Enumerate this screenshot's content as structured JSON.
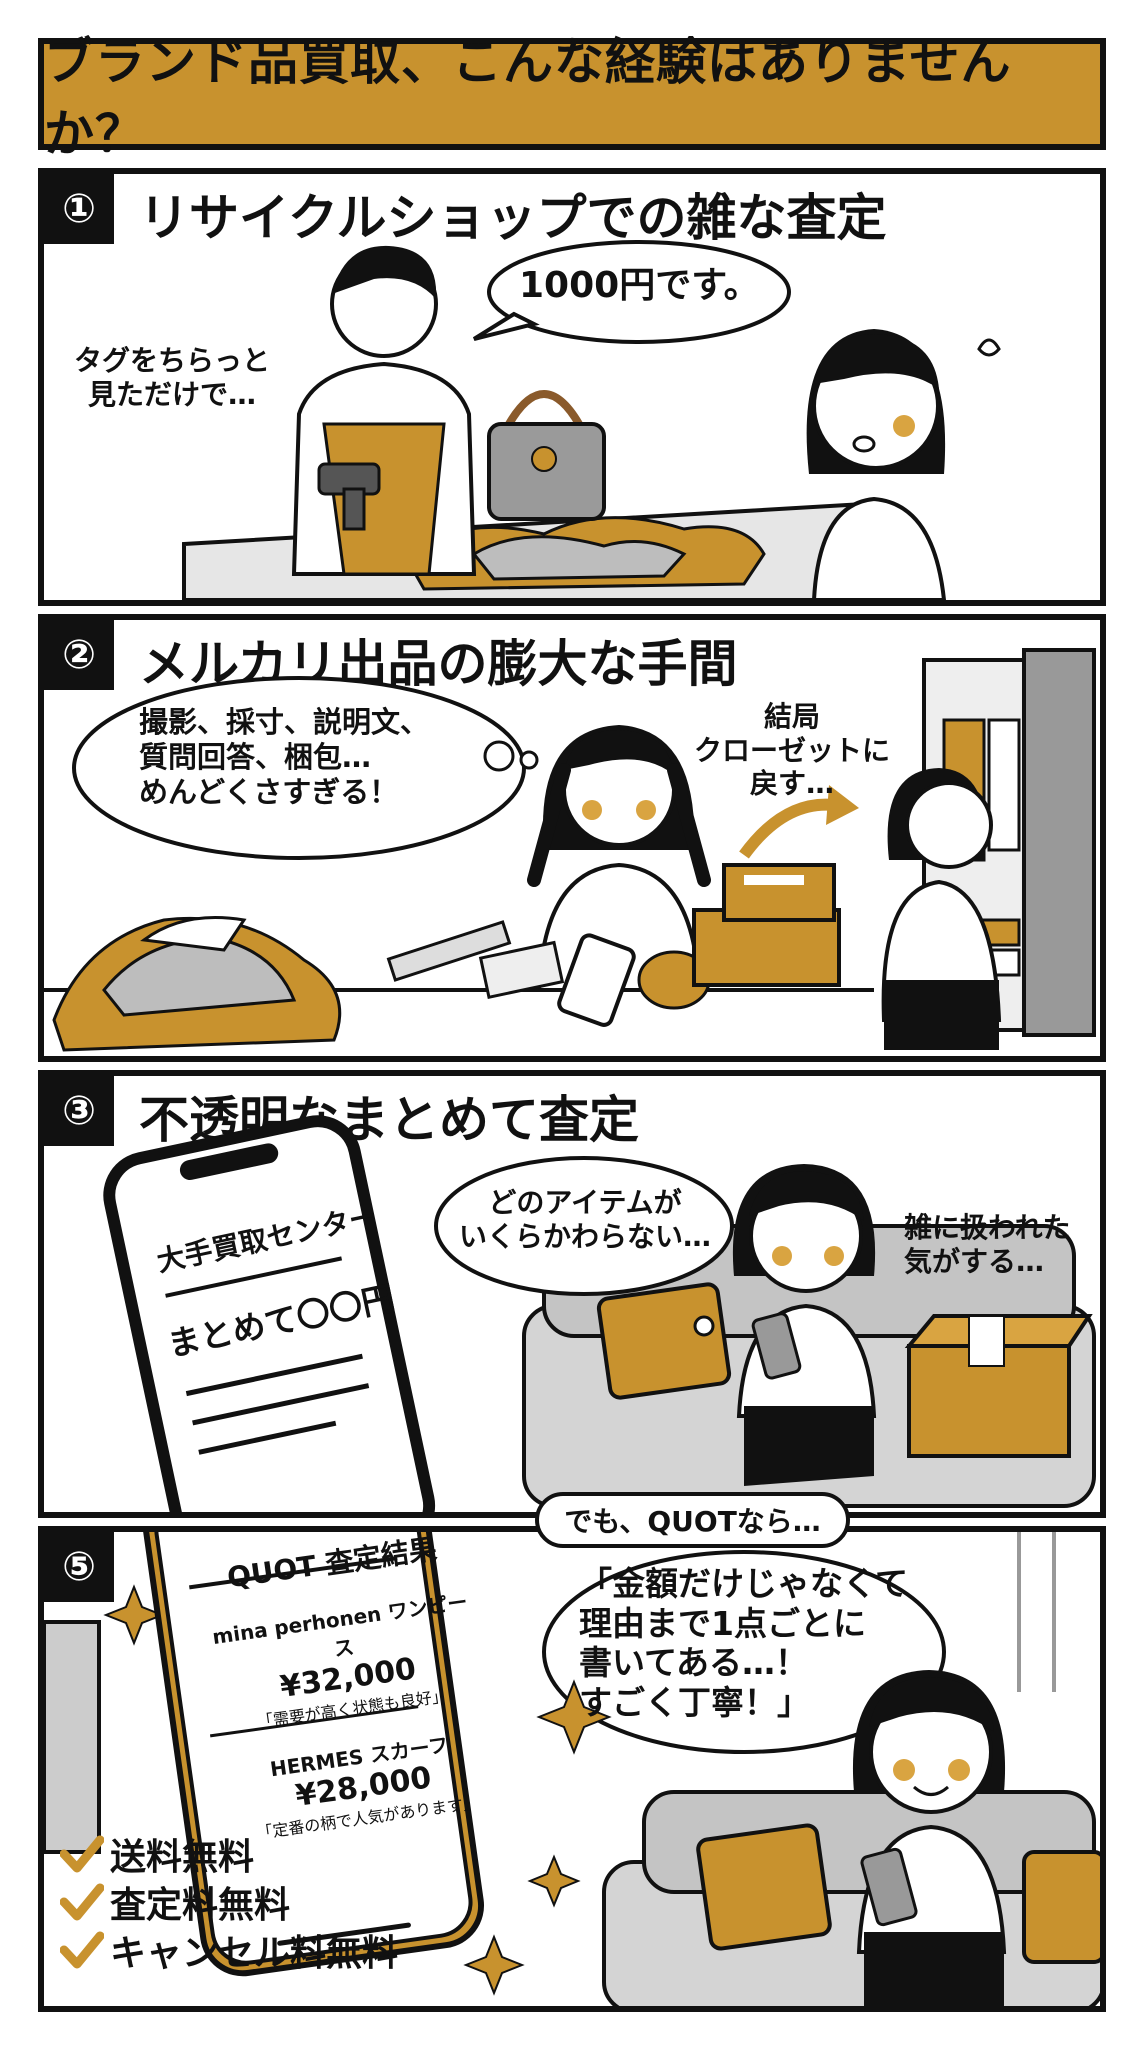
{
  "title": "ブランド品買取、こんな経験はありませんか？",
  "panels": [
    {
      "badge": "①",
      "title": "リサイクルショップでの雑な査定",
      "speech": "1000円です。",
      "narration": "タグをちらっと\n見ただけで…"
    },
    {
      "badge": "②",
      "title": "メルカリ出品の膨大な手間",
      "thought": "撮影、採寸、説明文、\n質問回答、梱包…\nめんどくさすぎる！",
      "narration": "結局\nクローゼットに\n戻す…"
    },
    {
      "badge": "③",
      "title": "不透明なまとめて査定",
      "phone_line1": "大手買取センター",
      "phone_line2": "まとめて〇〇円",
      "speech": "どのアイテムが\nいくらかわらない…",
      "narration": "雑に扱われた\n気がする…"
    },
    {
      "badge": "⑤",
      "caption": "でも、QUOTなら…",
      "speech": "「金額だけじゃなくて\n理由まで1点ごとに\n書いてある…！\nすごく丁寧！」",
      "phone": {
        "title": "QUOT 査定結果",
        "items": [
          {
            "name": "mina perhonen ワンピース",
            "price": "¥32,000",
            "reason": "「需要が高く状態も良好」"
          },
          {
            "name": "HERMES スカーフ",
            "price": "¥28,000",
            "reason": "「定番の柄で人気があります」"
          }
        ]
      },
      "checks": [
        "送料無料",
        "査定料無料",
        "キャンセル料無料"
      ]
    }
  ],
  "colors": {
    "accent": "#c8922e",
    "ink": "#111111",
    "gray": "#c9c9c9"
  }
}
